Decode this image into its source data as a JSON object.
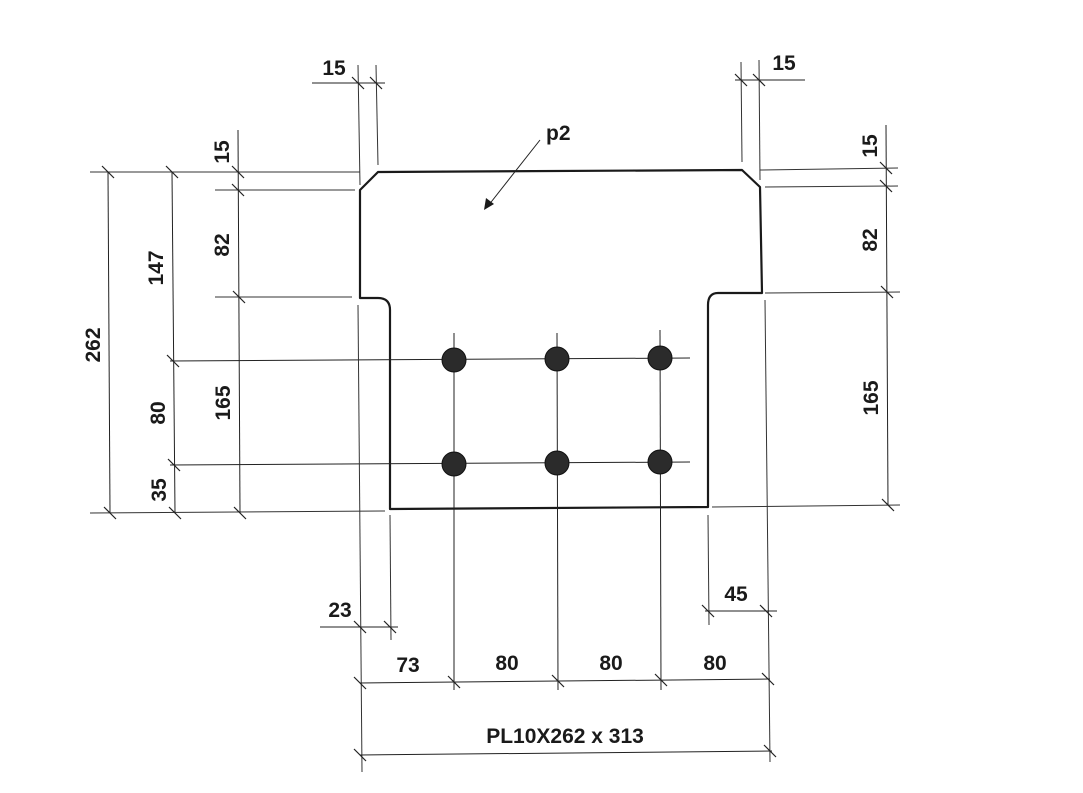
{
  "part_label": "p2",
  "plate_caption": "PL10X262 x 313",
  "left_dims": {
    "overall": "262",
    "upper": "147",
    "bolt_spacing": "80",
    "bottom_edge": "35",
    "top_chamfer": "15",
    "flange": "82",
    "web": "165"
  },
  "right_dims": {
    "top_chamfer": "15",
    "flange": "82",
    "web": "165"
  },
  "top_dims": {
    "left_chamfer": "15",
    "right_chamfer": "15"
  },
  "bottom_dims": {
    "left_step": "23",
    "right_step": "45",
    "edge_to_bolt": "73",
    "bolt_spacing_1": "80",
    "bolt_spacing_2": "80",
    "edge_right": "80"
  },
  "colors": {
    "line": "#1a1a1a",
    "bolt": "#2b2b2b",
    "background": "#ffffff"
  },
  "bolts": {
    "rows": 2,
    "columns": 3
  }
}
